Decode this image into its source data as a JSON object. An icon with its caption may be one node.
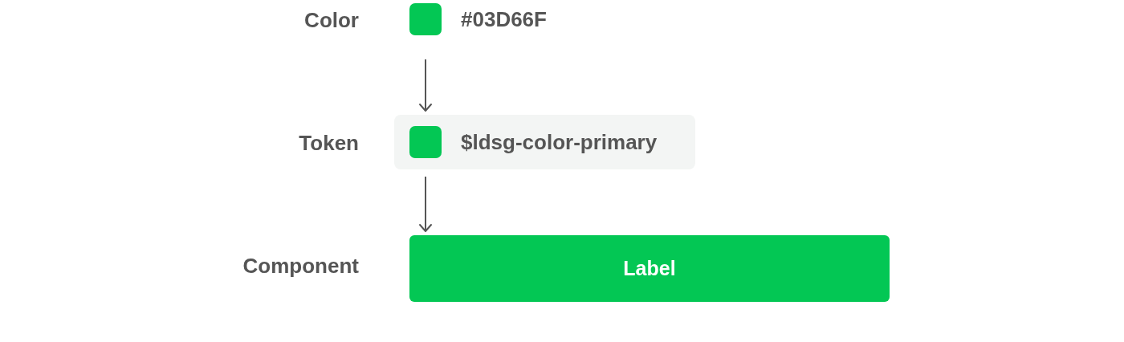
{
  "diagram": {
    "nodes": [
      {
        "text": [
          "#03D66F"
        ],
        "beside": [
          "Color"
        ]
      },
      {
        "text": [
          "$ldsg-color-primary"
        ],
        "beside": [
          "Token"
        ]
      },
      {
        "text": [
          "Label"
        ],
        "beside": [
          "Component"
        ]
      }
    ],
    "edges": [
      {
        "from": 0,
        "to": 1,
        "arrow": "to"
      },
      {
        "from": 1,
        "to": 2,
        "arrow": "to"
      }
    ]
  }
}
